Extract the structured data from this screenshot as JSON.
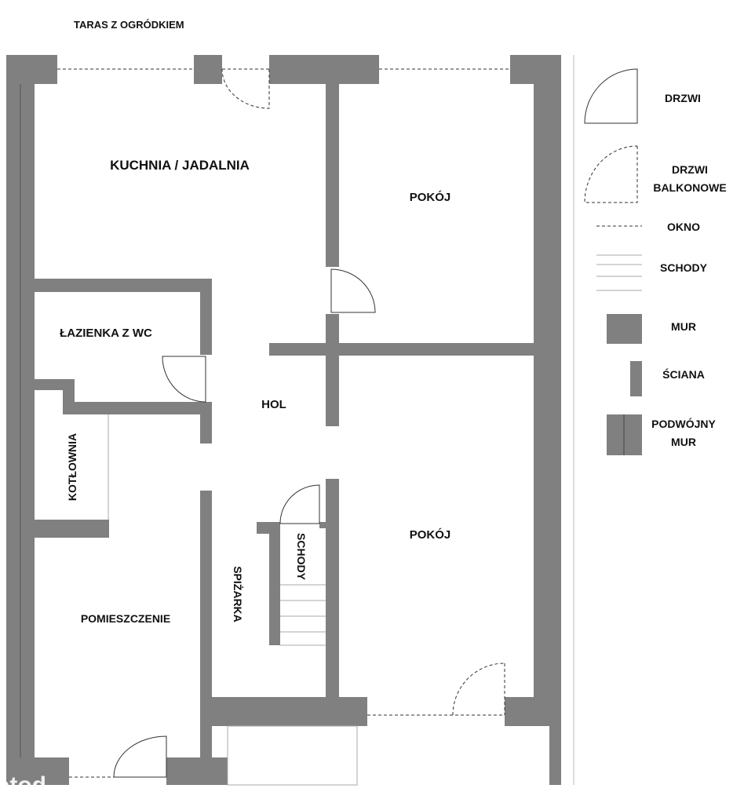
{
  "title": "TARAS Z OGRÓDKIEM",
  "rooms": {
    "kitchen": "KUCHNIA / JADALNIA",
    "room_top": "POKÓJ",
    "bathroom": "ŁAZIENKA Z WC",
    "hall": "HOL",
    "boiler": "KOTŁOWNIA",
    "stairs": "SCHODY",
    "room_bottom": "POKÓJ",
    "pantry": "SPIŻARKA",
    "utility": "POMIESZCZENIE"
  },
  "legend": {
    "door": "DRZWI",
    "balcony_door_1": "DRZWI",
    "balcony_door_2": "BALKONOWE",
    "window": "OKNO",
    "stairs": "SCHODY",
    "masonry": "MUR",
    "wall": "ŚCIANA",
    "double_1": "PODWÓJNY",
    "double_2": "MUR"
  },
  "watermark": "otod",
  "colors": {
    "wall": "#808080"
  }
}
